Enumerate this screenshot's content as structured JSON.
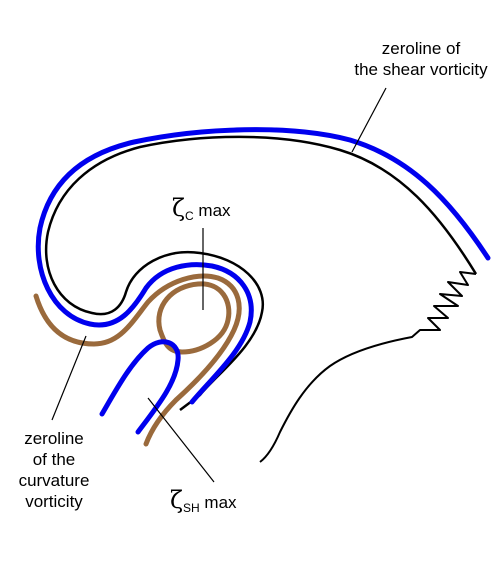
{
  "labels": {
    "shear_zeroline": [
      "zeroline of",
      "the shear vorticity"
    ],
    "curvature_zeroline": [
      "zeroline",
      "of the",
      "curvature",
      "vorticity"
    ],
    "zeta_c": {
      "symbol": "ζ",
      "subscript": "C",
      "suffix": " max"
    },
    "zeta_sh": {
      "symbol": "ζ",
      "subscript": "SH",
      "suffix": " max"
    }
  },
  "colors": {
    "outline": "#000000",
    "shear_zeroline": "#0000ee",
    "curvature_zeroline": "#9a6a3c"
  }
}
